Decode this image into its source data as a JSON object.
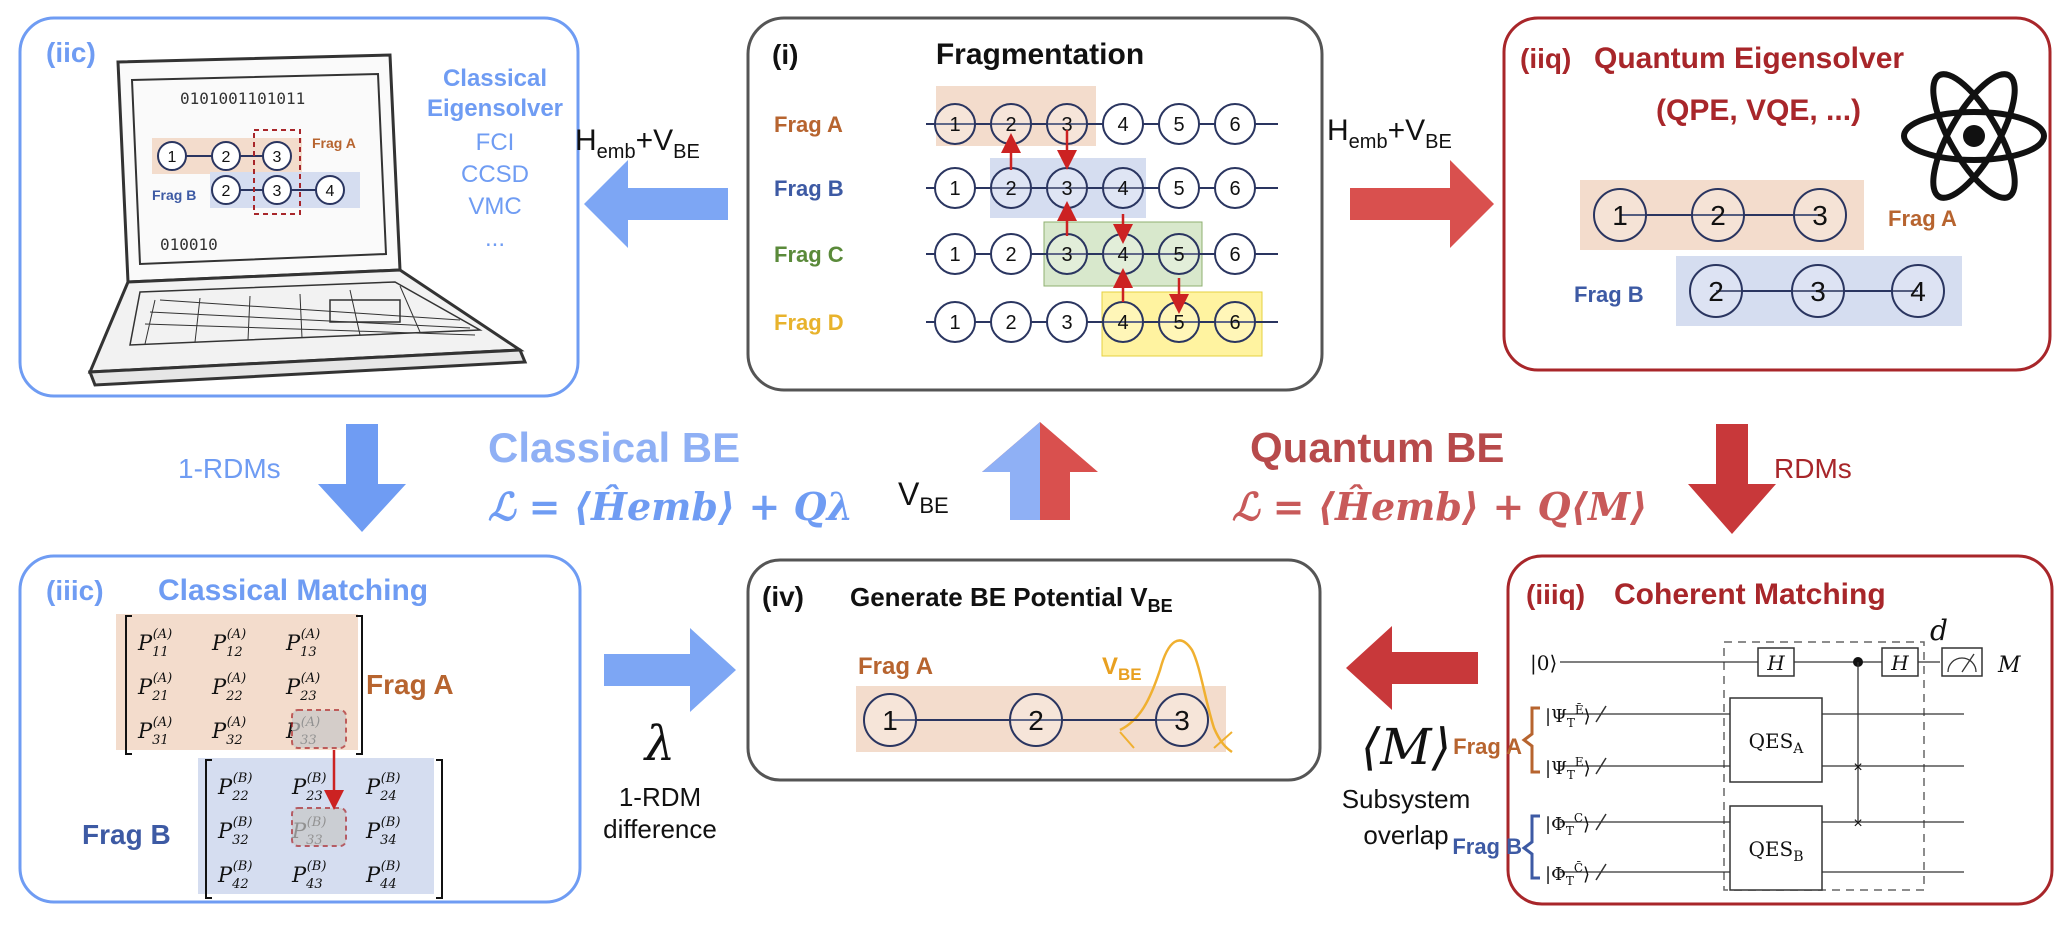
{
  "colors": {
    "classical": "#6f9cf3",
    "quantum": "#a8262a",
    "fragA_bg": "#f3dccc",
    "fragB_bg": "#d5ddf0",
    "fragC_bg": "#d8e8cc",
    "fragD_bg": "#fff3a0",
    "fragA_text": "#b7642f",
    "fragB_text": "#3d5aa4",
    "fragC_text": "#5a8a3a",
    "fragD_text": "#e8b32c",
    "node_stroke": "#2a3560",
    "red_arrow": "#cc2222"
  },
  "icons": [
    "laptop-icon",
    "atom-icon",
    "meter-icon"
  ],
  "panel_iic": {
    "label": "(iic)",
    "binary_top": "0101001101011",
    "binary_bottom": "010010",
    "frag_a": "Frag A",
    "frag_b": "Frag B",
    "eigensolver_title_1": "Classical",
    "eigensolver_title_2": "Eigensolver",
    "methods": [
      "FCI",
      "CCSD",
      "VMC",
      "..."
    ]
  },
  "panel_i": {
    "label": "(i)",
    "title": "Fragmentation",
    "rows": [
      {
        "frag": "Frag A",
        "nodes": [
          "1",
          "2",
          "3",
          "4",
          "5",
          "6"
        ]
      },
      {
        "frag": "Frag B",
        "nodes": [
          "1",
          "2",
          "3",
          "4",
          "5",
          "6"
        ]
      },
      {
        "frag": "Frag C",
        "nodes": [
          "1",
          "2",
          "3",
          "4",
          "5",
          "6"
        ]
      },
      {
        "frag": "Frag D",
        "nodes": [
          "1",
          "2",
          "3",
          "4",
          "5",
          "6"
        ]
      }
    ]
  },
  "panel_iiq": {
    "label": "(iiq)",
    "title_1": "Quantum Eigensolver",
    "title_2": "(QPE, VQE, ...)",
    "frag_a": "Frag A",
    "frag_b": "Frag B",
    "frag_a_nodes": [
      "1",
      "2",
      "3"
    ],
    "frag_b_nodes": [
      "2",
      "3",
      "4"
    ]
  },
  "arrows": {
    "left_top_label": "H",
    "left_top_sub1": "emb",
    "left_top_plus": "+V",
    "left_top_sub2": "BE",
    "right_top_label": "H",
    "right_top_sub1": "emb",
    "right_top_plus": "+V",
    "right_top_sub2": "BE",
    "left_down_label": "1-RDMs",
    "right_down_label": "RDMs",
    "center_up_label": "V",
    "center_up_sub": "BE",
    "lambda": "λ",
    "lambda_caption_1": "1-RDM",
    "lambda_caption_2": "difference",
    "m_symbol": "⟨M⟩",
    "m_caption_1": "Subsystem",
    "m_caption_2": "overlap"
  },
  "classical_be": {
    "title": "Classical BE",
    "formula": "ℒ = ⟨Ĥemb⟩ + Qλ"
  },
  "quantum_be": {
    "title": "Quantum BE",
    "formula": "ℒ = ⟨Ĥemb⟩ + Q⟨M⟩"
  },
  "panel_iiic": {
    "label": "(iiic)",
    "title": "Classical Matching",
    "frag_a": "Frag A",
    "frag_b": "Frag B",
    "matrix_a": [
      [
        "11",
        "12",
        "13"
      ],
      [
        "21",
        "22",
        "23"
      ],
      [
        "31",
        "32",
        "33"
      ]
    ],
    "matrix_b": [
      [
        "22",
        "23",
        "24"
      ],
      [
        "32",
        "33",
        "34"
      ],
      [
        "42",
        "43",
        "44"
      ]
    ],
    "sup_a": "(A)",
    "sup_b": "(B)",
    "P": "P"
  },
  "panel_iv": {
    "label": "(iv)",
    "title": "Generate BE Potential V",
    "title_sub": "BE",
    "frag_a": "Frag A",
    "vbe": "V",
    "vbe_sub": "BE",
    "nodes": [
      "1",
      "2",
      "3"
    ]
  },
  "panel_iiiq": {
    "label": "(iiiq)",
    "title": "Coherent Matching",
    "ket0": "|0⟩",
    "H": "H",
    "M": "M",
    "d": "d",
    "psi1": "|Ψ",
    "psi2": "|Ψ",
    "phi1": "|Φ",
    "phi2": "|Φ",
    "qes_a": "QES",
    "qes_a_sub": "A",
    "qes_b": "QES",
    "qes_b_sub": "B",
    "frag_a": "Frag A",
    "frag_b": "Frag B"
  }
}
